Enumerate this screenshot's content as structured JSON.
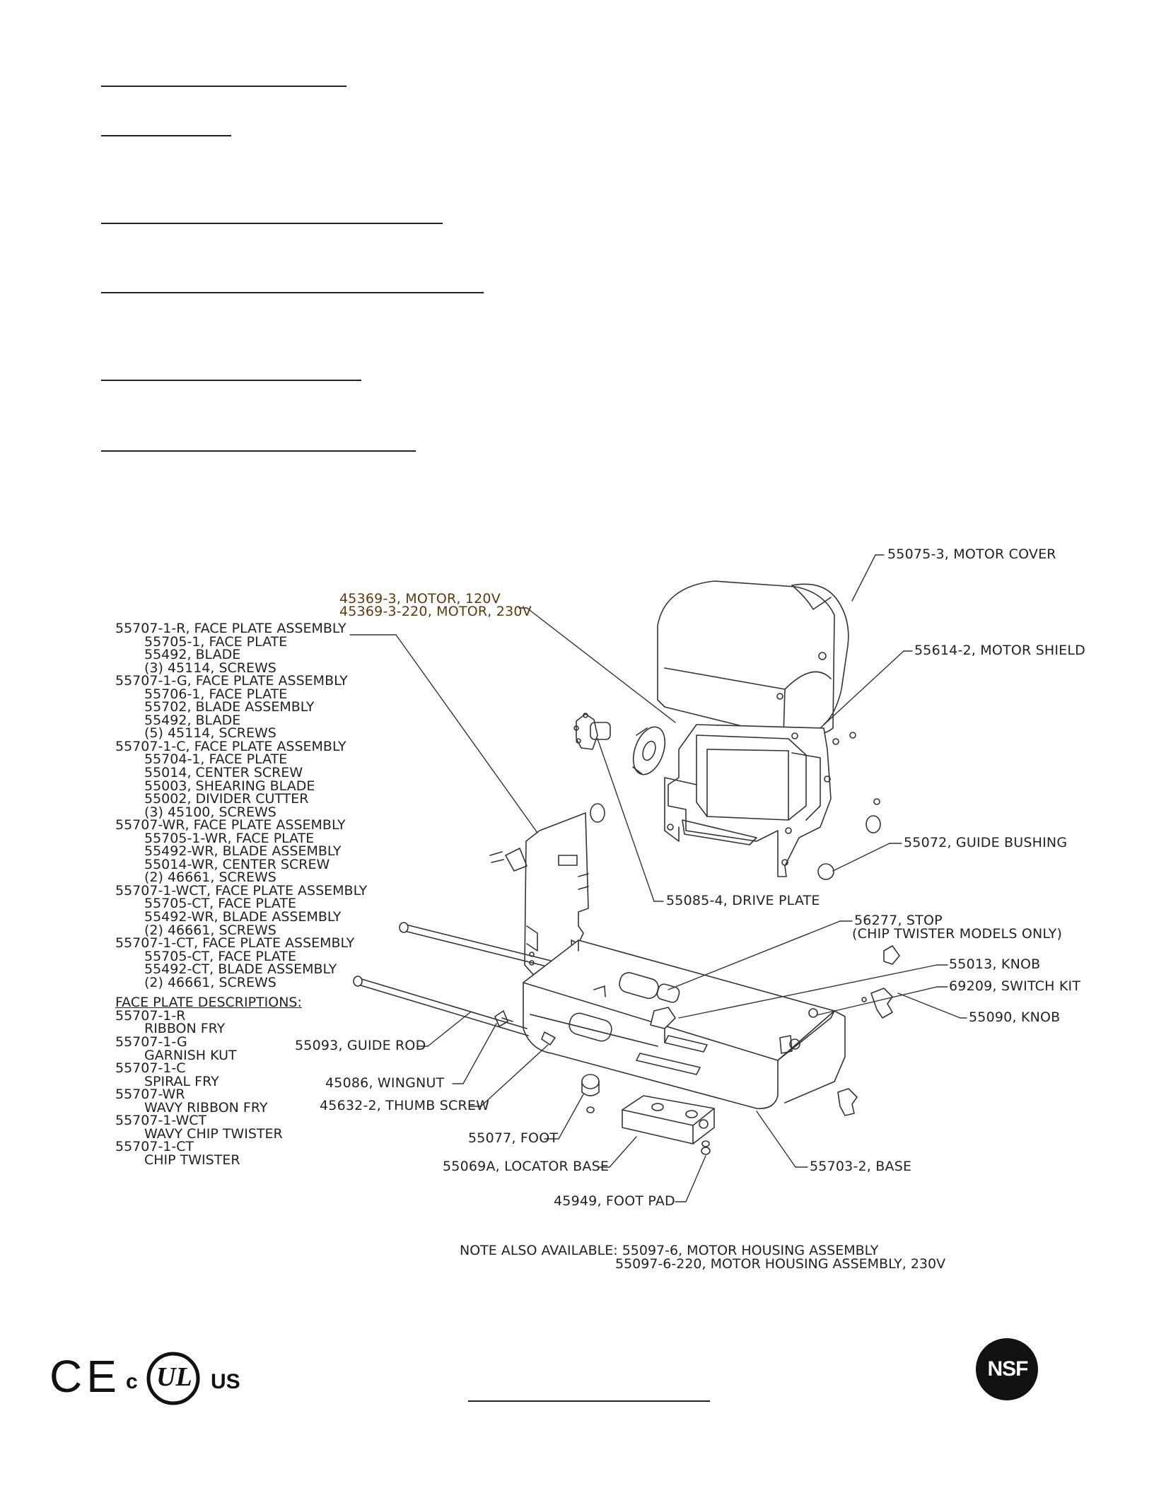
{
  "header_rules": 6,
  "motor_labels": [
    "45369-3, MOTOR, 120V",
    "45369-3-220, MOTOR, 230V"
  ],
  "callouts": {
    "motor_cover": "55075-3, MOTOR COVER",
    "motor_shield": "55614-2, MOTOR SHIELD",
    "guide_bushing": "55072, GUIDE BUSHING",
    "drive_plate": "55085-4, DRIVE PLATE",
    "stop_1": "56277, STOP",
    "stop_2": "(CHIP TWISTER MODELS ONLY)",
    "knob_55013": "55013, KNOB",
    "switch_kit": "69209, SWITCH KIT",
    "knob_55090": "55090, KNOB",
    "guide_rod": "55093, GUIDE ROD",
    "wingnut": "45086, WINGNUT",
    "thumb_screw": "45632-2, THUMB SCREW",
    "foot": "55077, FOOT",
    "locator_base": "55069A, LOCATOR BASE",
    "base": "55703-2, BASE",
    "foot_pad": "45949, FOOT PAD"
  },
  "face_plate_list": [
    {
      "text": "55707-1-R, FACE PLATE ASSEMBLY",
      "indent": false
    },
    {
      "text": "55705-1, FACE PLATE",
      "indent": true
    },
    {
      "text": "55492, BLADE",
      "indent": true
    },
    {
      "text": "(3) 45114, SCREWS",
      "indent": true
    },
    {
      "text": "55707-1-G, FACE PLATE ASSEMBLY",
      "indent": false
    },
    {
      "text": "55706-1, FACE PLATE",
      "indent": true
    },
    {
      "text": "55702, BLADE ASSEMBLY",
      "indent": true
    },
    {
      "text": "55492, BLADE",
      "indent": true
    },
    {
      "text": "(5) 45114, SCREWS",
      "indent": true
    },
    {
      "text": "55707-1-C, FACE PLATE ASSEMBLY",
      "indent": false
    },
    {
      "text": "55704-1, FACE PLATE",
      "indent": true
    },
    {
      "text": "55014, CENTER SCREW",
      "indent": true
    },
    {
      "text": "55003, SHEARING BLADE",
      "indent": true
    },
    {
      "text": "55002, DIVIDER CUTTER",
      "indent": true
    },
    {
      "text": "(3) 45100, SCREWS",
      "indent": true
    },
    {
      "text": "55707-WR, FACE PLATE ASSEMBLY",
      "indent": false
    },
    {
      "text": "55705-1-WR, FACE PLATE",
      "indent": true
    },
    {
      "text": "55492-WR, BLADE ASSEMBLY",
      "indent": true
    },
    {
      "text": "55014-WR, CENTER SCREW",
      "indent": true
    },
    {
      "text": "(2) 46661, SCREWS",
      "indent": true
    },
    {
      "text": "55707-1-WCT, FACE PLATE ASSEMBLY",
      "indent": false
    },
    {
      "text": "55705-CT, FACE PLATE",
      "indent": true
    },
    {
      "text": "55492-WR, BLADE ASSEMBLY",
      "indent": true
    },
    {
      "text": "(2) 46661, SCREWS",
      "indent": true
    },
    {
      "text": "55707-1-CT, FACE PLATE ASSEMBLY",
      "indent": false
    },
    {
      "text": "55705-CT, FACE PLATE",
      "indent": true
    },
    {
      "text": "55492-CT, BLADE ASSEMBLY",
      "indent": true
    },
    {
      "text": "(2) 46661, SCREWS",
      "indent": true
    }
  ],
  "descriptions_header": "FACE PLATE DESCRIPTIONS:",
  "descriptions": [
    {
      "code": "55707-1-R",
      "name": "RIBBON FRY"
    },
    {
      "code": "55707-1-G",
      "name": "GARNISH KUT"
    },
    {
      "code": "55707-1-C",
      "name": "SPIRAL FRY"
    },
    {
      "code": "55707-WR",
      "name": "WAVY RIBBON FRY"
    },
    {
      "code": "55707-1-WCT",
      "name": "WAVY CHIP TWISTER"
    },
    {
      "code": "55707-1-CT",
      "name": "CHIP TWISTER"
    }
  ],
  "note_line1": "NOTE ALSO AVAILABLE: 55097-6, MOTOR HOUSING ASSEMBLY",
  "note_line2": "55097-6-220, MOTOR HOUSING ASSEMBLY, 230V",
  "logos": {
    "ce": "CE",
    "ul_c": "c",
    "ul": "UL",
    "ul_us": "US",
    "nsf": "NSF"
  }
}
